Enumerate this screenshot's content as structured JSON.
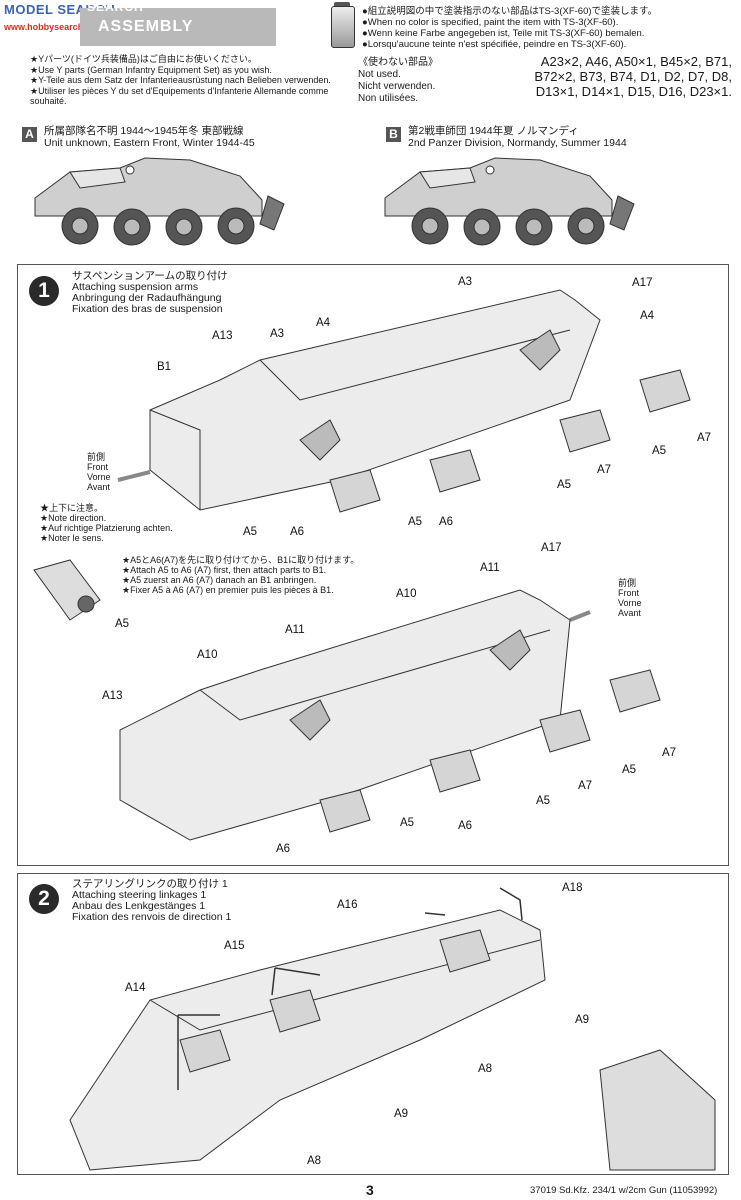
{
  "watermark": {
    "brand": "MODEL SEARCH",
    "url": "www.hobbysearch"
  },
  "header": {
    "search": "SEARCH",
    "title": "ASSEMBLY"
  },
  "paint_notes": [
    "●組立説明図の中で塗装指示のない部品はTS-3(XF-60)で塗装します。",
    "●When no color is specified, paint the item with TS-3(XF-60).",
    "●Wenn keine Farbe angegeben ist, Teile mit TS-3(XF-60) bemalen.",
    "●Lorsqu'aucune teinte n'est spécifiée, peindre en TS-3(XF-60)."
  ],
  "y_parts_notes": [
    "★Yパーツ(ドイツ兵装備品)はご自由にお使いください。",
    "★Use Y parts (German Infantry Equipment Set) as you wish.",
    "★Y-Teile aus dem Satz der Infanterieausrüstung nach Belieben verwenden.",
    "★Utiliser les pièces Y du set d'Equipements d'Infanterie Allemande comme souhaité."
  ],
  "unused": {
    "heading": "《使わない部品》",
    "labels": [
      "Not used.",
      "Nicht verwenden.",
      "Non utilisées."
    ],
    "parts": [
      "A23×2, A46, A50×1, B45×2, B71,",
      "B72×2, B73, B74, D1, D2, D7, D8,",
      "D13×1, D14×1, D15, D16, D23×1."
    ]
  },
  "variants": [
    {
      "badge": "A",
      "title_jp": "所属部隊名不明 1944〜1945年冬 東部戦線",
      "title_en": "Unit unknown, Eastern Front, Winter 1944-45"
    },
    {
      "badge": "B",
      "title_jp": "第2戦車師団 1944年夏 ノルマンディ",
      "title_en": "2nd Panzer Division, Normandy, Summer 1944"
    }
  ],
  "step1": {
    "number": "1",
    "titles": [
      "サスペンションアームの取り付け",
      "Attaching suspension arms",
      "Anbringung der Radaufhängung",
      "Fixation des bras de suspension"
    ],
    "front": [
      "前側",
      "Front",
      "Vorne",
      "Avant"
    ],
    "note_direction": [
      "★上下に注意。",
      "★Note direction.",
      "★Auf richtige Platzierung achten.",
      "★Noter le sens."
    ],
    "note_attach": [
      "★A5とA6(A7)を先に取り付けてから、B1に取り付けます。",
      "★Attach A5 to A6 (A7) first, then attach parts to B1.",
      "★A5 zuerst an A6 (A7) danach an B1 anbringen.",
      "★Fixer A5 à A6 (A7) en premier puis les pièces à B1."
    ],
    "top_labels": [
      "A17",
      "A3",
      "A4",
      "A13",
      "A3",
      "A4",
      "B1",
      "A5",
      "A7",
      "A7",
      "A5",
      "A5",
      "A6",
      "A5",
      "A6"
    ],
    "bottom_labels": [
      "A17",
      "A11",
      "A10",
      "A11",
      "A10",
      "A13",
      "A5",
      "A5",
      "A7",
      "A7",
      "A5",
      "A5",
      "A6",
      "A6"
    ]
  },
  "step2": {
    "number": "2",
    "titles": [
      "ステアリングリンクの取り付け 1",
      "Attaching steering linkages 1",
      "Anbau des Lenkgestänges 1",
      "Fixation des renvois de direction 1"
    ],
    "labels": [
      "A18",
      "A16",
      "A15",
      "A14",
      "A9",
      "A8",
      "A9",
      "A8"
    ]
  },
  "footer": {
    "page": "3",
    "code": "37019 Sd.Kfz. 234/1 w/2cm Gun (11053992)"
  }
}
